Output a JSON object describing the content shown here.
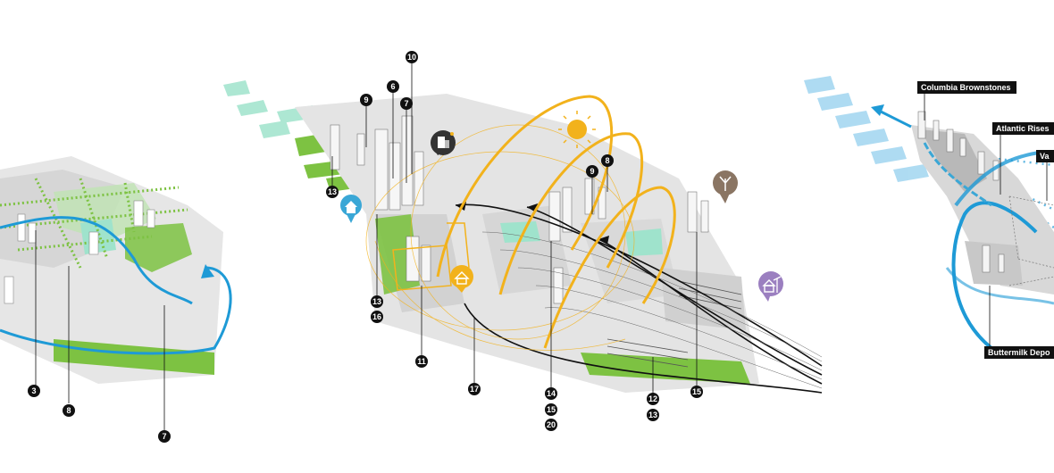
{
  "diagrams": [
    {
      "id": "left",
      "markers": [
        "3",
        "8",
        "7"
      ]
    },
    {
      "id": "center",
      "markers": [
        "10",
        "9",
        "6",
        "7",
        "13",
        "9",
        "8",
        "13",
        "16",
        "11",
        "17",
        "14",
        "15",
        "20",
        "12",
        "13",
        "15"
      ],
      "icons": [
        "building-icon",
        "house-icon",
        "home-plant-icon",
        "tree-icon",
        "house-wind-icon"
      ]
    },
    {
      "id": "right",
      "labels": [
        "Columbia Brownstones",
        "Atlantic Rises",
        "Va",
        "Buttermilk Depo"
      ]
    }
  ],
  "colors": {
    "green": "#7dc242",
    "mint": "#9fe3cc",
    "blue": "#1e9ad6",
    "sun": "#f2b21c",
    "black": "#111111",
    "brown": "#8a7563",
    "purple": "#9b7fc0",
    "teal_icon": "#3aa7d6"
  }
}
